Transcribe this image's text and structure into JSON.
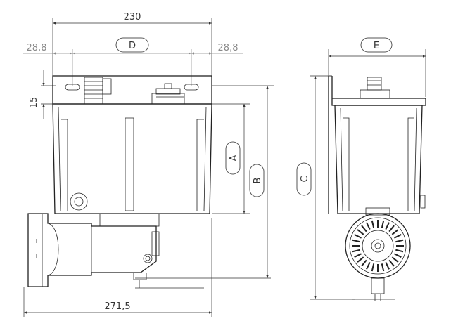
{
  "dimensions": {
    "width_top": "230",
    "offset_left": "28,8",
    "offset_right": "28,8",
    "flange_height": "15",
    "total_length": "271,5"
  },
  "letters": {
    "d": "D",
    "e": "E",
    "a": "A",
    "b": "B",
    "c": "C"
  }
}
